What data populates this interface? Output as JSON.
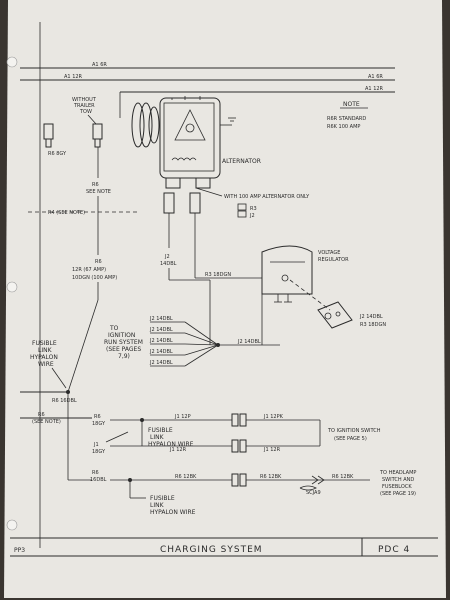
{
  "wires": {
    "a1_top": "A1 6R",
    "a1_mid": "A1 12R",
    "a1_right_top": "A1 6R",
    "a1_right_mid": "A1 12R"
  },
  "note": {
    "title": "NOTE",
    "line1": "R6R STANDARD",
    "line2": "R6K 100 AMP"
  },
  "left_block": {
    "without_trailer": "WITHOUT",
    "without_trailer2": "TRAILER",
    "tow": "TOW",
    "r6_8gy": "R6 8GY",
    "r6": "R6",
    "see_note": "SEE NOTE",
    "r4_see_note": "R4 (SEE NOTE)",
    "r6_label": "R6",
    "r6_12r": "12R (67 AMP)",
    "r6_10dgn": "10DGN (100 AMP)"
  },
  "alternator": {
    "label": "ALTERNATOR",
    "with_100": "WITH 100 AMP ALTERNATOR ONLY",
    "r3": "R3",
    "j2": "J2"
  },
  "vr": {
    "j2_14dbl": "J2",
    "j2_14dbl2": "14DBL",
    "r3_18dgn": "R3 18DGN",
    "title1": "VOLTAGE",
    "title2": "REGULATOR",
    "j2_right": "J2 14DBL",
    "r3_right": "R3 18DGN"
  },
  "ignition": {
    "to": "TO",
    "l1": "IGNITION",
    "l2": "RUN SYSTEM",
    "l3": "(SEE PAGES",
    "l4": "7,9)",
    "j2_rows": [
      "J2 14DBL",
      "J2 14DBL",
      "J2 14DBL",
      "J2 14DBL",
      "J2 14DBL"
    ],
    "j2_main": "J2 14DBL"
  },
  "fusible_left": {
    "l1": "FUSIBLE",
    "l2": "LINK",
    "l3": "HYPALON",
    "l4": "WIRE"
  },
  "lower": {
    "r6_16dbl": "R6 16DBL",
    "r6_see_note": "R6",
    "r6_see_note2": "(SEE NOTE)",
    "r6_18gy": "R6",
    "r6_18gy2": "18GY",
    "j1_12p": "J1 12P",
    "j1_12pk_r": "J1 12PK",
    "fl1": "FUSIBLE",
    "fl2": "LINK",
    "fl3": "HYPALON WIRE",
    "j1_18gy": "J1",
    "j1_18gy2": "18GY",
    "j1_12r": "J1 12R",
    "j1_12r_r": "J1 12R",
    "to_ign": "TO IGNITION SWITCH",
    "see_page": "(SEE PAGE 5)",
    "r6_bot": "R6",
    "r6_bot2": "16DBL",
    "r6_12bk": "R6 12BK",
    "r6_12bk_mid": "R6 12BK",
    "r6_12bk_right": "R6 12BK",
    "to_head1": "TO HEADLAMP",
    "to_head2": "SWITCH AND",
    "to_head3": "FUSEBLOCK",
    "to_head4": "(SEE PAGE 19)",
    "s_label": "SCJA9",
    "fb1": "FUSIBLE",
    "fb2": "LINK",
    "fb3": "HYPALON WIRE"
  },
  "footer": {
    "left": "PP3",
    "title": "CHARGING SYSTEM",
    "page": "PDC 4"
  }
}
